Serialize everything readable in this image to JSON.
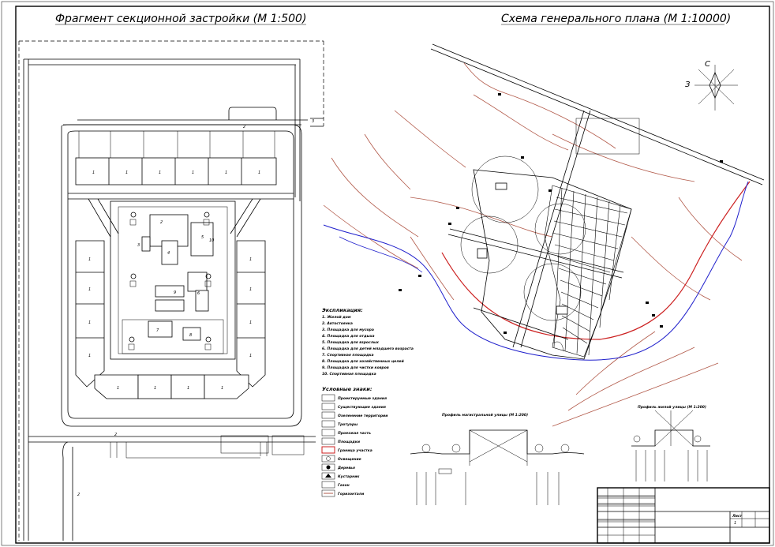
{
  "titles": {
    "left": "Фрагмент секционной застройки (М 1:500)",
    "right": "Схема генерального плана (М 1:10000)"
  },
  "compass": {
    "north": "С",
    "west": "З"
  },
  "explication": {
    "heading": "Экспликация:",
    "items": [
      "1. Жилой дом",
      "2. Автостоянка",
      "3. Площадка для мусора",
      "4. Площадка для отдыха",
      "5. Площадка для взрослых",
      "6. Площадка для детей младшего возраста",
      "7. Спортивная площадка",
      "8. Площадка для хозяйственных целей",
      "9. Площадка для чистки ковров",
      "10. Спортивная площадка"
    ]
  },
  "legend": {
    "heading": "Условные знаки:",
    "items": [
      "Проектируемые здания",
      "Существующие здания",
      "Озеленение территории",
      "Тротуары",
      "Проезжая часть",
      "Площадки",
      "Граница участка",
      "Освещение",
      "Деревья",
      "Кустарник",
      "Газон",
      "Горизонтали"
    ]
  },
  "building_labels": {
    "house": "1",
    "lot": "10",
    "courtyard": [
      "2",
      "3",
      "4",
      "5",
      "6",
      "7",
      "8",
      "9"
    ],
    "roads": [
      "2",
      "3"
    ]
  },
  "profiles": {
    "main": "Профиль магистральной улицы (М 1:200)",
    "local": "Профиль жилой улицы (М 1:200)"
  },
  "title_block": {
    "sheet_label": "Лист",
    "sheet_number": "1"
  }
}
